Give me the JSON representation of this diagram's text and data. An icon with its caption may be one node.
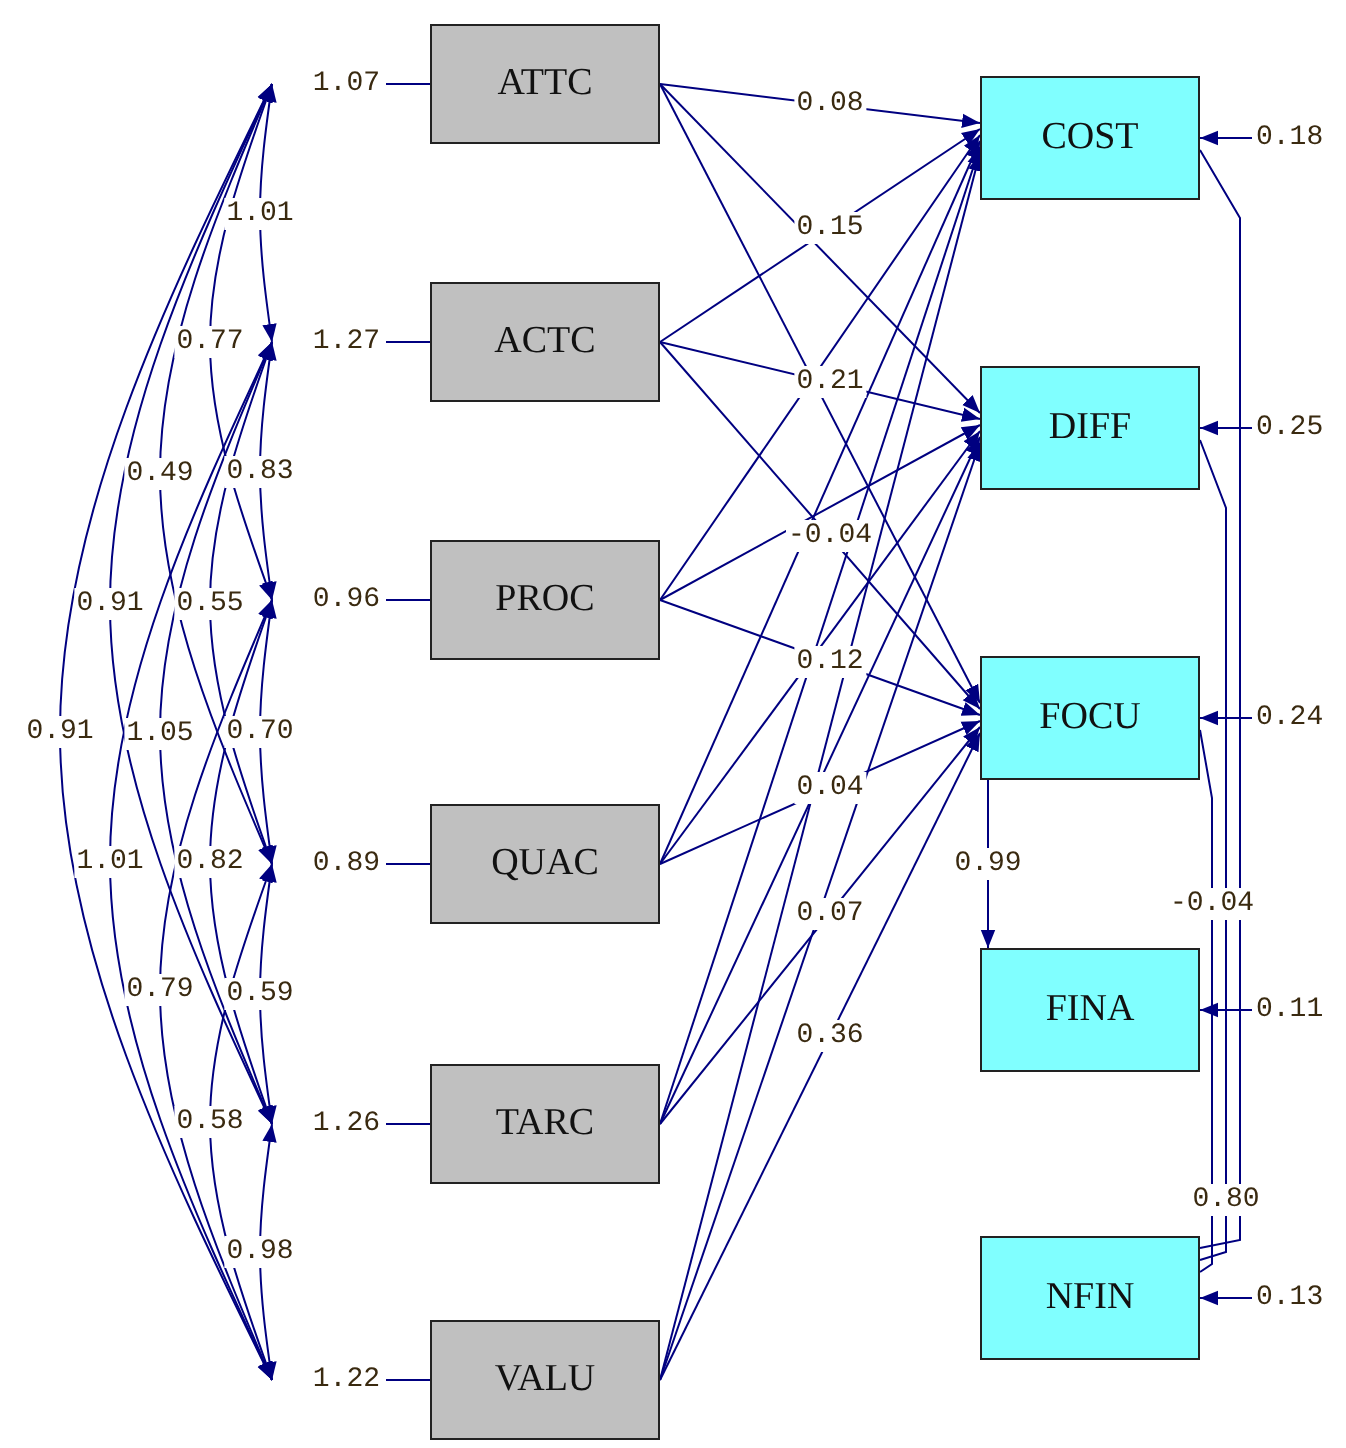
{
  "diagram": {
    "nodes": [
      {
        "text": [
          "1.07"
        ]
      },
      {
        "text": [
          "ATTC"
        ]
      },
      {
        "text": [
          "1.27"
        ]
      },
      {
        "text": [
          "ACTC"
        ]
      },
      {
        "text": [
          "0.96"
        ]
      },
      {
        "text": [
          "PROC"
        ]
      },
      {
        "text": [
          "0.89"
        ]
      },
      {
        "text": [
          "QUAC"
        ]
      },
      {
        "text": [
          "1.26"
        ]
      },
      {
        "text": [
          "TARC"
        ]
      },
      {
        "text": [
          "1.22"
        ]
      },
      {
        "text": [
          "VALU"
        ]
      },
      {
        "text": [
          "COST"
        ]
      },
      {
        "text": [
          "0.18"
        ]
      },
      {
        "text": [
          "DIFF"
        ]
      },
      {
        "text": [
          "0.25"
        ]
      },
      {
        "text": [
          "FOCU"
        ]
      },
      {
        "text": [
          "0.24"
        ]
      },
      {
        "text": [
          "FINA"
        ]
      },
      {
        "text": [
          "0.11"
        ]
      },
      {
        "text": [
          "NFIN"
        ]
      },
      {
        "text": [
          "0.13"
        ]
      }
    ],
    "edges": [
      {
        "from": 0,
        "to": 1,
        "arrow": "none"
      },
      {
        "from": 2,
        "to": 3,
        "arrow": "none"
      },
      {
        "from": 4,
        "to": 5,
        "arrow": "none"
      },
      {
        "from": 6,
        "to": 7,
        "arrow": "none"
      },
      {
        "from": 8,
        "to": 9,
        "arrow": "none"
      },
      {
        "from": 10,
        "to": 11,
        "arrow": "none"
      },
      {
        "from": 0,
        "to": 2,
        "arrow": "both",
        "label": "1.01"
      },
      {
        "from": 0,
        "to": 4,
        "arrow": "both",
        "label": "0.77"
      },
      {
        "from": 0,
        "to": 6,
        "arrow": "both",
        "label": "0.49"
      },
      {
        "from": 2,
        "to": 4,
        "arrow": "both",
        "label": "0.83"
      },
      {
        "from": 0,
        "to": 8,
        "arrow": "both",
        "label": "0.91"
      },
      {
        "from": 2,
        "to": 6,
        "arrow": "both",
        "label": "0.55"
      },
      {
        "from": 0,
        "to": 10,
        "arrow": "both",
        "label": "0.91"
      },
      {
        "from": 2,
        "to": 8,
        "arrow": "both",
        "label": "1.05"
      },
      {
        "from": 4,
        "to": 6,
        "arrow": "both",
        "label": "0.70"
      },
      {
        "from": 2,
        "to": 10,
        "arrow": "both",
        "label": "1.01"
      },
      {
        "from": 4,
        "to": 8,
        "arrow": "both",
        "label": "0.82"
      },
      {
        "from": 4,
        "to": 10,
        "arrow": "both",
        "label": "0.79"
      },
      {
        "from": 6,
        "to": 8,
        "arrow": "both",
        "label": "0.59"
      },
      {
        "from": 6,
        "to": 10,
        "arrow": "both",
        "label": "0.58"
      },
      {
        "from": 8,
        "to": 10,
        "arrow": "both",
        "label": "0.98"
      },
      {
        "from": 1,
        "to": 12,
        "arrow": "to",
        "label": "0.08"
      },
      {
        "from": 1,
        "to": 14,
        "arrow": "to"
      },
      {
        "from": 1,
        "to": 16,
        "arrow": "to"
      },
      {
        "from": 3,
        "to": 12,
        "arrow": "to",
        "label": "0.15"
      },
      {
        "from": 3,
        "to": 14,
        "arrow": "to",
        "label": "0.21"
      },
      {
        "from": 3,
        "to": 16,
        "arrow": "to",
        "label": "-0.04"
      },
      {
        "from": 5,
        "to": 12,
        "arrow": "to"
      },
      {
        "from": 5,
        "to": 14,
        "arrow": "to"
      },
      {
        "from": 5,
        "to": 16,
        "arrow": "to",
        "label": "0.12"
      },
      {
        "from": 7,
        "to": 12,
        "arrow": "to"
      },
      {
        "from": 7,
        "to": 14,
        "arrow": "to"
      },
      {
        "from": 7,
        "to": 16,
        "arrow": "to",
        "label": "0.04"
      },
      {
        "from": 9,
        "to": 12,
        "arrow": "to"
      },
      {
        "from": 9,
        "to": 14,
        "arrow": "to"
      },
      {
        "from": 9,
        "to": 16,
        "arrow": "to",
        "label": "0.07"
      },
      {
        "from": 11,
        "to": 12,
        "arrow": "to"
      },
      {
        "from": 11,
        "to": 14,
        "arrow": "to"
      },
      {
        "from": 11,
        "to": 16,
        "arrow": "to",
        "label": "0.36"
      },
      {
        "from": 16,
        "to": 18,
        "arrow": "to",
        "label": "0.99"
      },
      {
        "from": 13,
        "to": 12,
        "arrow": "to"
      },
      {
        "from": 15,
        "to": 14,
        "arrow": "to"
      },
      {
        "from": 17,
        "to": 16,
        "arrow": "to"
      },
      {
        "from": 19,
        "to": 18,
        "arrow": "to"
      },
      {
        "from": 21,
        "to": 20,
        "arrow": "to"
      },
      {
        "from": 12,
        "to": 20,
        "arrow": "none"
      },
      {
        "from": 14,
        "to": 20,
        "arrow": "none",
        "label": "0.80"
      },
      {
        "from": 16,
        "to": 20,
        "arrow": "none",
        "label": "-0.04"
      }
    ]
  }
}
